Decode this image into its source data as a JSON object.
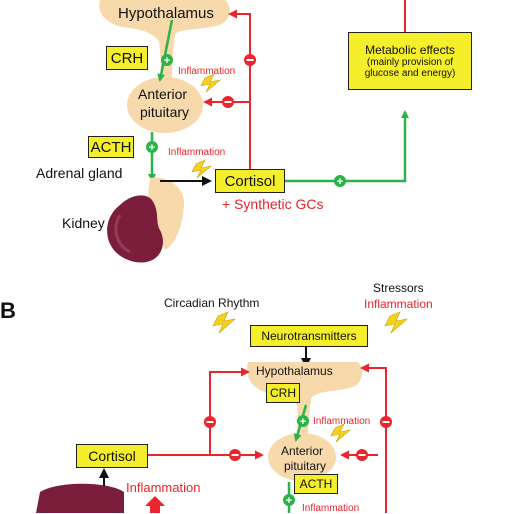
{
  "panel_a": {
    "hypothalamus": "Hypothalamus",
    "crh": "CRH",
    "inflammation_1": "Inflammation",
    "anterior_pituitary_1": "Anterior",
    "anterior_pituitary_2": "pituitary",
    "acth": "ACTH",
    "inflammation_2": "Inflammation",
    "adrenal_gland": "Adrenal gland",
    "cortisol": "Cortisol",
    "synthetic_gcs": "+ Synthetic GCs",
    "kidney": "Kidney",
    "metabolic_title": "Metabolic effects",
    "metabolic_sub_1": "(mainly provision of",
    "metabolic_sub_2": "glucose and energy)"
  },
  "panel_b": {
    "panel_letter": "B",
    "circadian": "Circadian Rhythm",
    "stressors": "Stressors",
    "inflammation_top": "Inflammation",
    "neurotransmitters": "Neurotransmitters",
    "hypothalamus": "Hypothalamus",
    "crh": "CRH",
    "inflammation_1": "Inflammation",
    "cortisol": "Cortisol",
    "anterior_pituitary_1": "Anterior",
    "anterior_pituitary_2": "pituitary",
    "acth": "ACTH",
    "inflammation_left": "Inflammation",
    "inflammation_2": "Inflammation"
  },
  "colors": {
    "stimulate": "#2bb34a",
    "inhibit": "#e8262b",
    "box": "#f5ee2a",
    "gland": "#f7d9ab",
    "kidney": "#7a1e3c"
  }
}
